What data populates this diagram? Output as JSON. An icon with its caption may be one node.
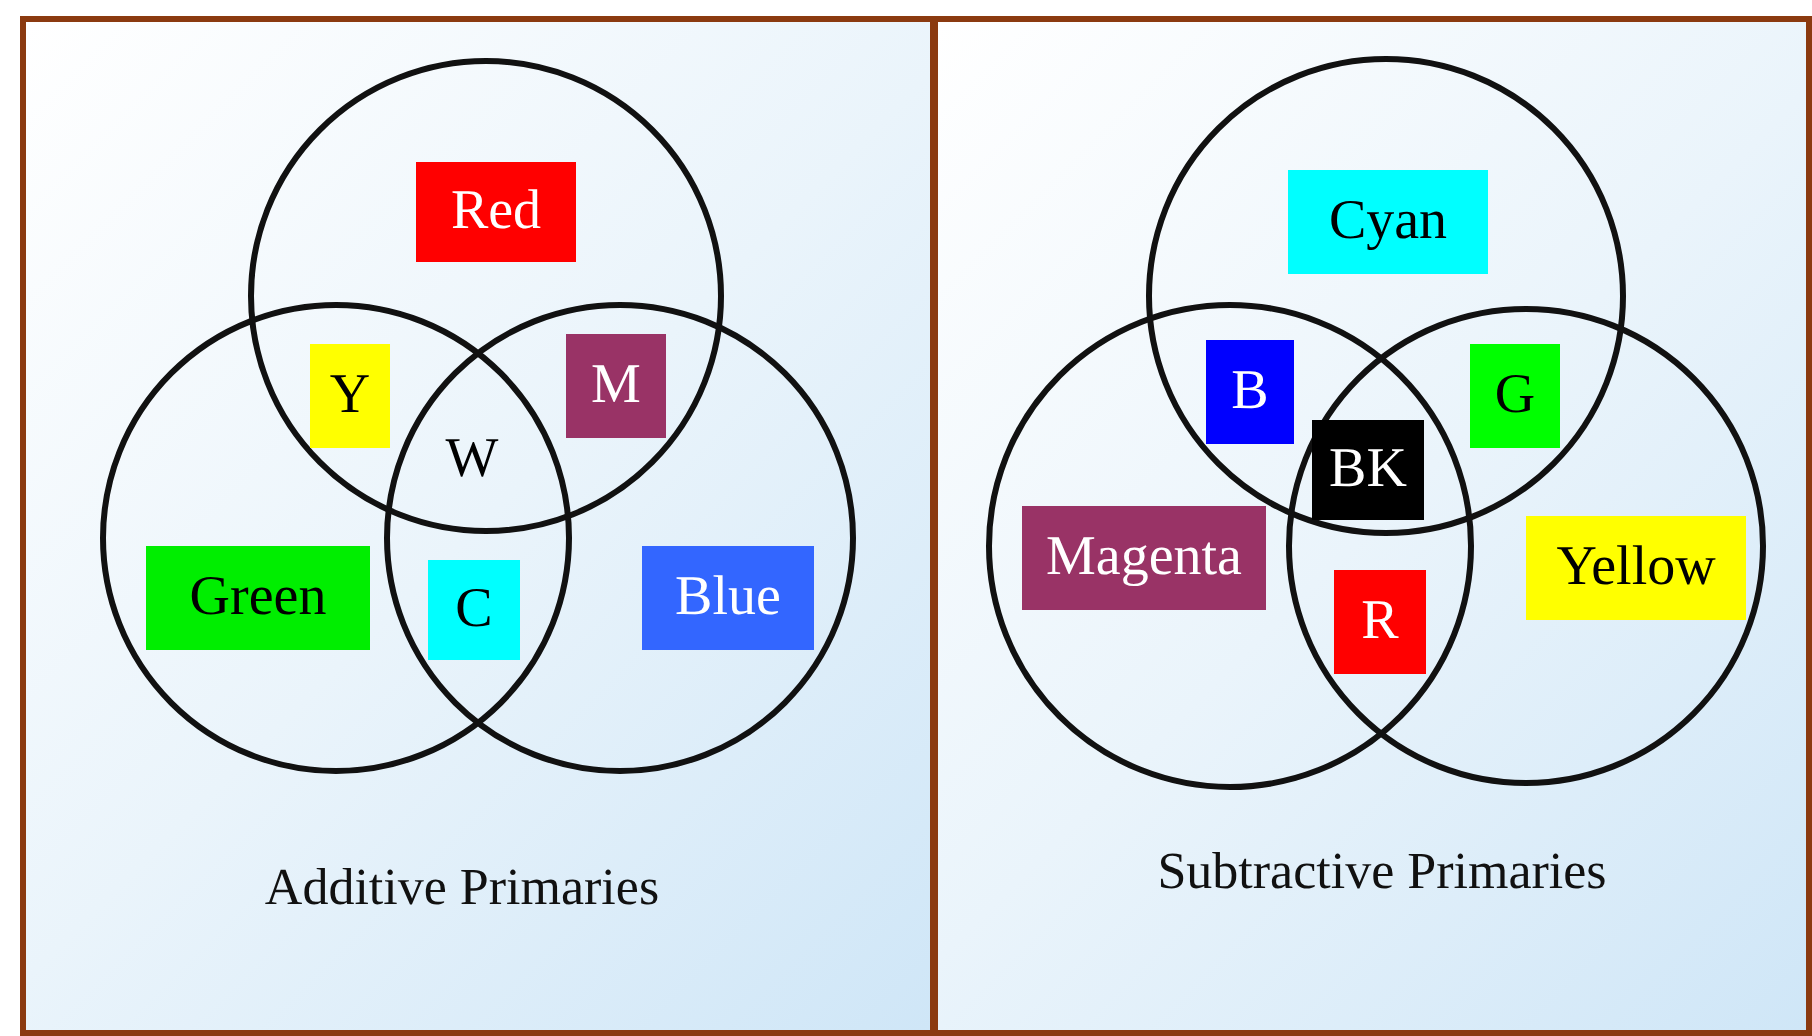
{
  "diagram": {
    "nodes": [
      {
        "text": [
          "Additive Primaries"
        ]
      },
      {
        "text": [],
        "shape": "circle",
        "in": 0
      },
      {
        "text": [],
        "shape": "circle",
        "in": 0
      },
      {
        "text": [],
        "shape": "circle",
        "in": 0
      },
      {
        "text": [
          "Red"
        ],
        "in": 1
      },
      {
        "text": [
          "Y"
        ]
      },
      {
        "text": [
          "M"
        ]
      },
      {
        "text": [
          "W"
        ]
      },
      {
        "text": [
          "Green"
        ],
        "in": 2
      },
      {
        "text": [
          "C"
        ]
      },
      {
        "text": [
          "Blue"
        ],
        "in": 3
      },
      {
        "text": [
          "Subtractive Primaries"
        ]
      },
      {
        "text": [],
        "shape": "circle",
        "in": 11
      },
      {
        "text": [],
        "shape": "circle",
        "in": 11
      },
      {
        "text": [],
        "shape": "circle",
        "in": 11
      },
      {
        "text": [
          "Cyan"
        ],
        "in": 12
      },
      {
        "text": [
          "B"
        ]
      },
      {
        "text": [
          "G"
        ]
      },
      {
        "text": [
          "BK"
        ]
      },
      {
        "text": [
          "Magenta"
        ],
        "in": 13
      },
      {
        "text": [
          "Yellow"
        ],
        "in": 14
      },
      {
        "text": [
          "R"
        ]
      }
    ],
    "edges": []
  }
}
